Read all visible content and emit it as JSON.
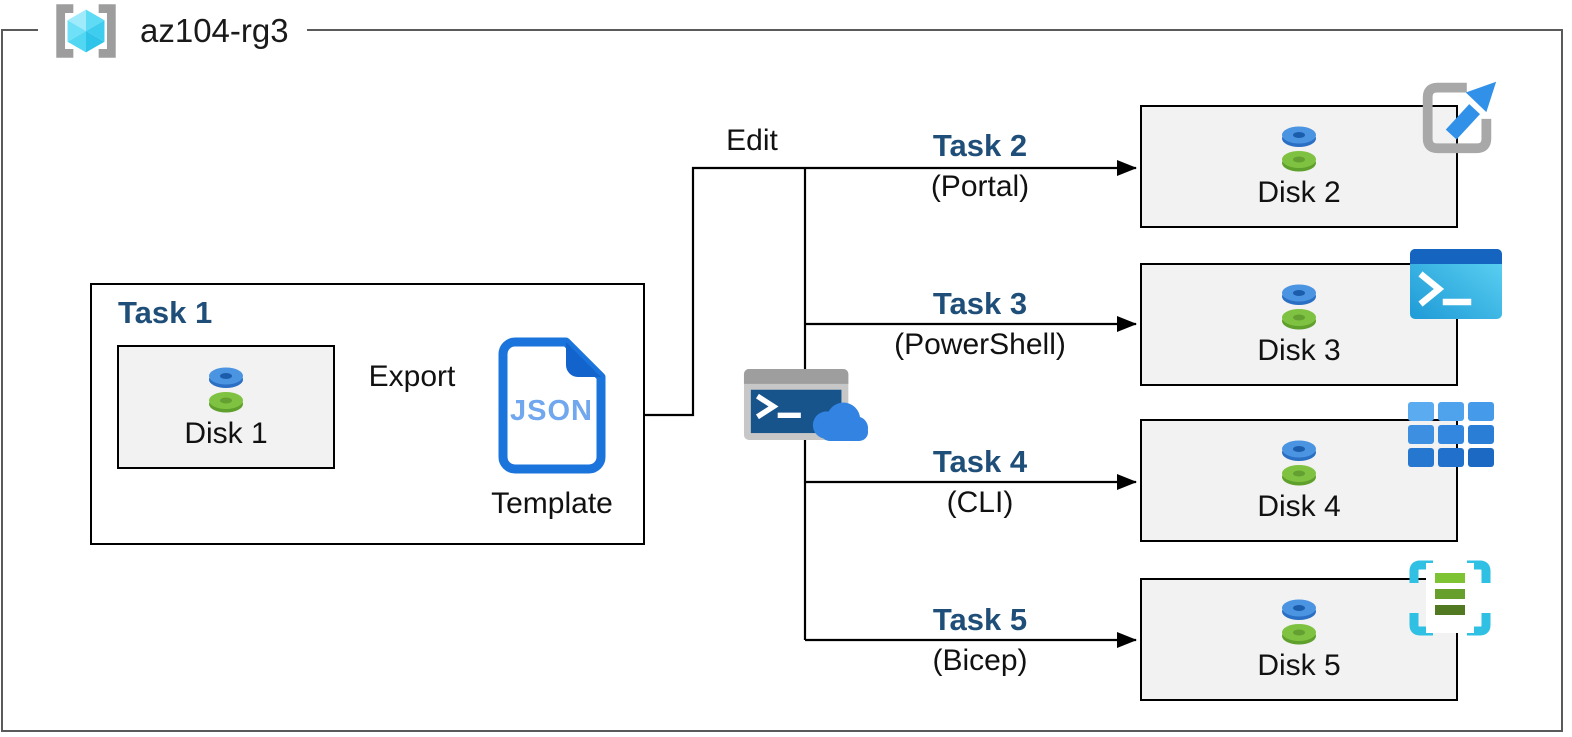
{
  "resource_group": {
    "name": "az104-rg3",
    "icon": "resource-group-icon"
  },
  "task1": {
    "title": "Task 1",
    "disk_label": "Disk 1",
    "export_label": "Export",
    "file_type_label": "JSON",
    "template_label": "Template"
  },
  "edit_label": "Edit",
  "cloud_shell_icon": "cloud-shell-icon",
  "tasks": [
    {
      "title": "Task 2",
      "method": "(Portal)",
      "disk_label": "Disk 2",
      "tool_icon": "azure-portal-icon"
    },
    {
      "title": "Task 3",
      "method": "(PowerShell)",
      "disk_label": "Disk 3",
      "tool_icon": "powershell-icon"
    },
    {
      "title": "Task 4",
      "method": "(CLI)",
      "disk_label": "Disk 4",
      "tool_icon": "azure-cli-icon"
    },
    {
      "title": "Task 5",
      "method": "(Bicep)",
      "disk_label": "Disk 5",
      "tool_icon": "bicep-icon"
    }
  ],
  "colors": {
    "task_title_navy": "#1F4E79",
    "outer_border_gray": "#5A5A5A",
    "box_border_black": "#000000",
    "disk_box_bg": "#F2F2F2",
    "json_doc_blue": "#1B74DC",
    "json_text_blue": "#71A7EE",
    "cube_cyan": "#50E6FF",
    "arrow_blue": "#3191E8",
    "disk_blue": "#4B94E2",
    "disk_green": "#7FC241"
  }
}
